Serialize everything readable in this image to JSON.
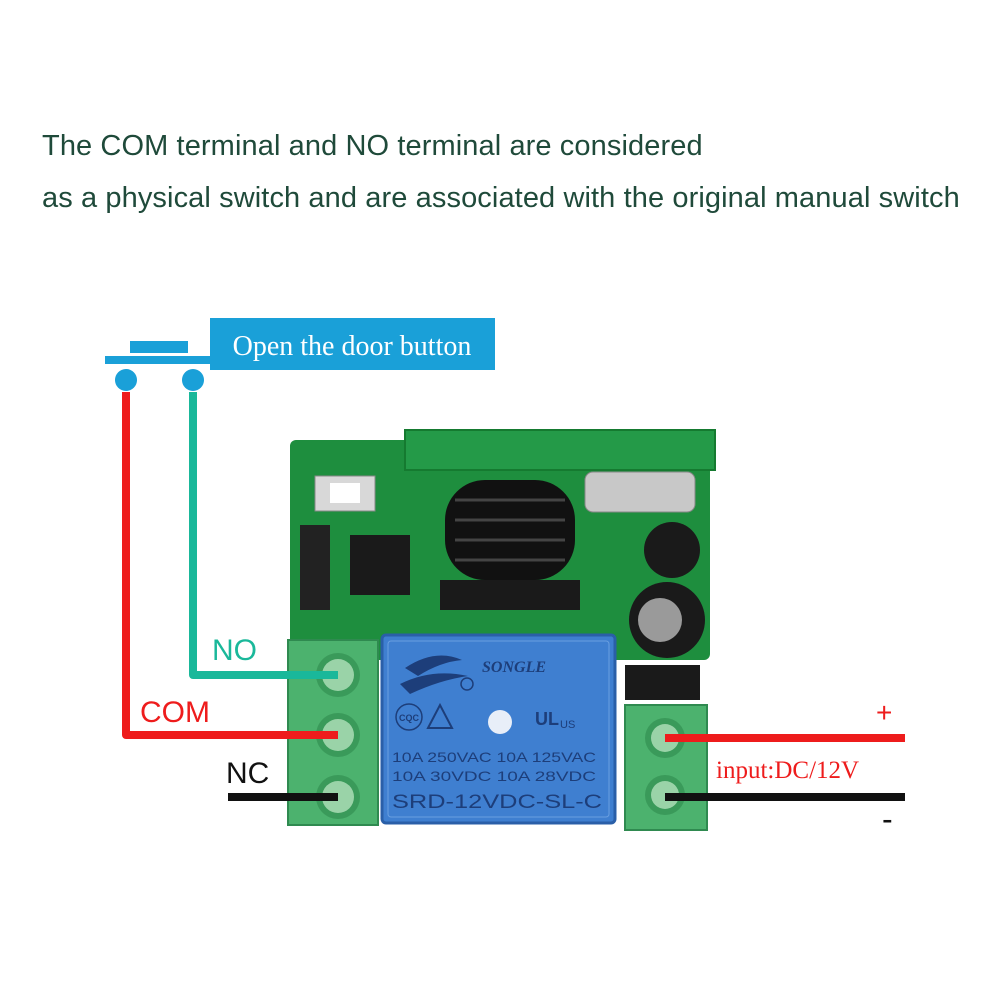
{
  "caption": {
    "line1": "The COM terminal and NO terminal are considered",
    "line2": "as a physical switch and are associated with the original manual switch"
  },
  "door_button": {
    "label": "Open the door button",
    "color": "#1aa0d8"
  },
  "wires": {
    "no_label": "NO",
    "com_label": "COM",
    "nc_label": "NC",
    "plus_label": "+",
    "minus_label": "-",
    "input_label": "input:DC/12V",
    "colors": {
      "no": "#1ab89a",
      "com": "#ee1c1c",
      "nc": "#111111",
      "plus": "#ee1c1c",
      "minus": "#111111"
    }
  },
  "relay": {
    "brand": "SONGLE",
    "cqc_mark": "CQC",
    "ul_mark": "US",
    "rating_line1": "10A 250VAC  10A 125VAC",
    "rating_line2": "10A   30VDC  10A   28VDC",
    "model": "SRD-12VDC-SL-C",
    "color": "#3f7fd0"
  },
  "board": {
    "color": "#1e8e3e",
    "terminal_color": "#4cb26e"
  }
}
